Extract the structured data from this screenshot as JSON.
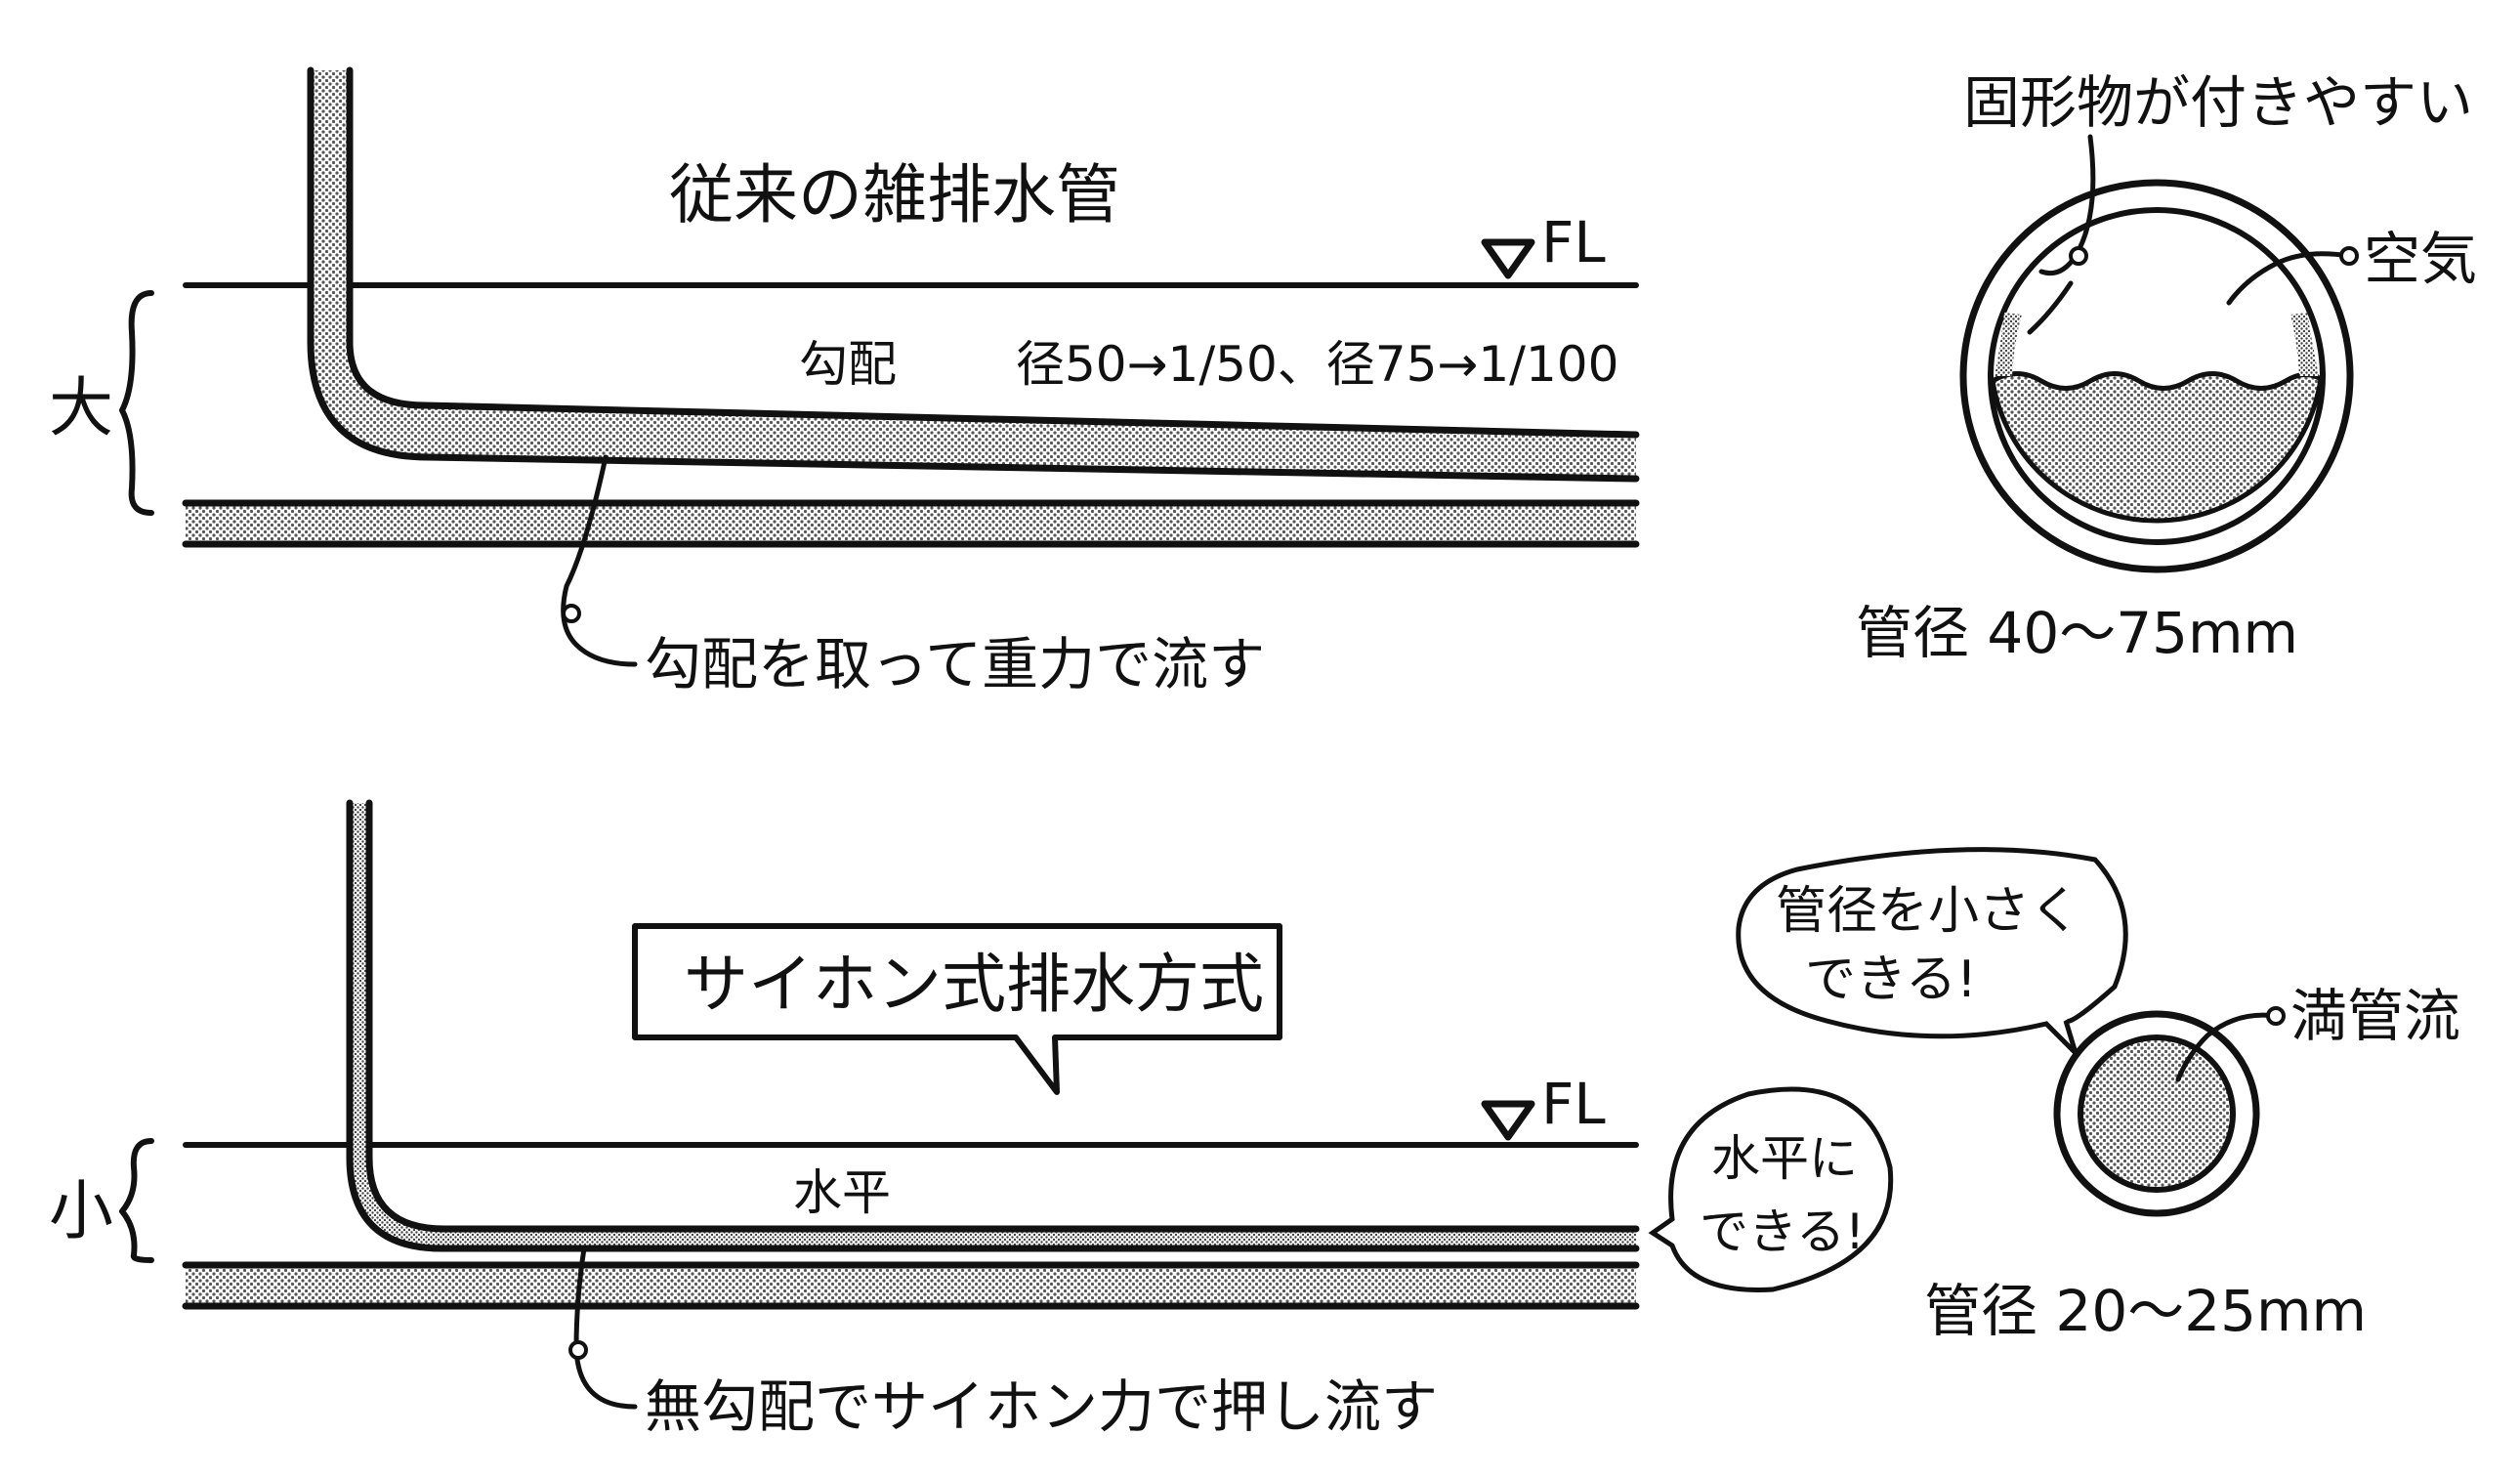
{
  "top": {
    "title": "従来の雑排水管",
    "fl_label": "FL",
    "gradient_label": "勾配",
    "gradient_spec": "径50→1/50、径75→1/100",
    "size_label": "大",
    "callout": "勾配を取って重力で流す",
    "section": {
      "top_note": "固形物が付きやすい",
      "air_label": "空気",
      "pipe_diameter": "管径 40～75mm"
    }
  },
  "bottom": {
    "box_title": "サイホン式排水方式",
    "fl_label": "FL",
    "level_label": "水平",
    "size_label": "小",
    "bubble_right": [
      "水平に",
      "できる!"
    ],
    "callout": "無勾配でサイホン力で押し流す",
    "section": {
      "bubble_lines": [
        "管径を小さく",
        "できる!"
      ],
      "flow_label": "満管流",
      "pipe_diameter": "管径 20～25mm"
    }
  }
}
